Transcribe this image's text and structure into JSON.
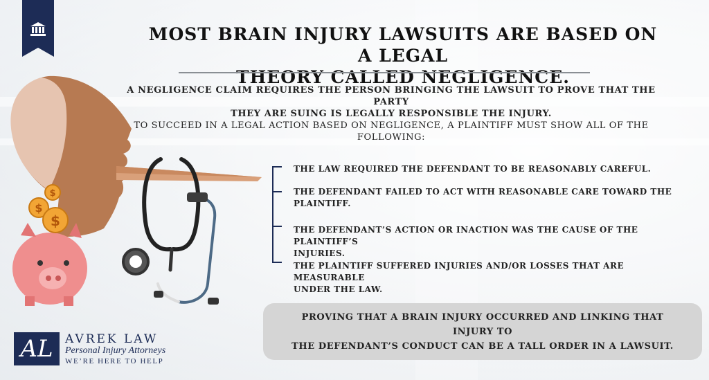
{
  "header": {
    "title_line1": "MOST BRAIN INJURY LAWSUITS ARE BASED ON A LEGAL",
    "title_line2": "THEORY CALLED NEGLIGENCE."
  },
  "intro": {
    "bold_line1": "A NEGLIGENCE CLAIM REQUIRES THE PERSON BRINGING THE LAWSUIT TO PROVE THAT THE PARTY",
    "bold_line2": "THEY ARE SUING IS LEGALLY RESPONSIBLE THE INJURY.",
    "regular_line1": "TO SUCCEED IN A LEGAL ACTION BASED ON NEGLIGENCE, A PLAINTIFF MUST SHOW ALL OF THE",
    "regular_line2": "FOLLOWING:"
  },
  "requirements": [
    {
      "line1": "THE LAW REQUIRED THE DEFENDANT TO BE REASONABLY CAREFUL.",
      "line2": ""
    },
    {
      "line1": "THE DEFENDANT FAILED TO ACT WITH REASONABLE CARE TOWARD THE",
      "line2": "PLAINTIFF."
    },
    {
      "line1": "THE DEFENDANT’S ACTION OR INACTION WAS THE CAUSE OF THE PLAINTIFF’S",
      "line2": "INJURIES."
    },
    {
      "line1": "THE PLAINTIFF SUFFERED INJURIES AND/OR LOSSES THAT ARE MEASURABLE",
      "line2": "UNDER THE LAW."
    }
  ],
  "callout": {
    "line1": "PROVING THAT A BRAIN INJURY OCCURRED AND LINKING THAT INJURY TO",
    "line2": "THE DEFENDANT’S CONDUCT CAN BE A TALL ORDER IN A LAWSUIT."
  },
  "logo": {
    "mark": "AL",
    "name": "AVREK LAW",
    "subtitle": "Personal Injury Attorneys",
    "tagline": "WE’RE HERE TO HELP"
  },
  "illustration": {
    "coin_symbol": "$",
    "icons": [
      "courthouse-icon",
      "head-profile-icon",
      "stethoscope-icon",
      "piggy-bank-icon",
      "dollar-coin-icon"
    ]
  },
  "colors": {
    "navy": "#1d2c56",
    "skin": "#d9a07a",
    "skin_dark": "#b77a52",
    "pig_pink": "#ef8e8e",
    "coin_gold": "#f2a535",
    "callout_bg": "#d5d5d5"
  }
}
